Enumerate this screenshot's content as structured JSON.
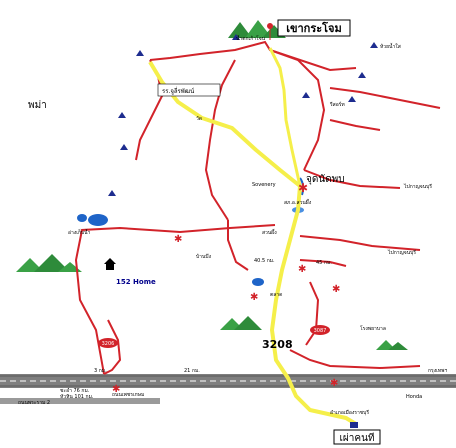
{
  "labels": {
    "summit": "เขากระโจม",
    "country": "พม่า",
    "found_point": "จุดนัดพบ",
    "home": "152 Home",
    "road_3208": "3208",
    "dest_bottom": "เผ่าคนที",
    "road_3206": "3206",
    "road_3087": "3087",
    "road_4005": "40.5 กม.",
    "road_45": "45 กม.",
    "highway_bkk": "ถนนเพชรเกษม",
    "rama2": "ถนนพระราม 2",
    "km_3": "3 กม.",
    "km_21": "21 กม.",
    "ratchaburi_left": "ไปกาญจนบุรี",
    "ratchaburi_right": "ไปกาญจนบุรี",
    "school": "รร.จูลี่รพัฒน์",
    "souvenir": "Sovenery",
    "village": "บ้านบึง",
    "suan_phueng": "สวนผึ้ง",
    "hospital": "โรงพยาบาล",
    "temple": "วัด",
    "waterfall": "น้ำตกเก้าโจน",
    "resort": "รีสอร์ท",
    "tiger": "ห้วยน้ำใส",
    "dam": "อ่างเก็บน้ำ",
    "police": "สภ.อ.สวนผึ้ง",
    "market": "ตลาด",
    "km_bottom_left": "ชะอำ 76 กม.",
    "km_bottom_left2": "หัวหิน 101 กม.",
    "amphoe": "อำเภอเมืองราชบุรี",
    "bkk": "กรุงเทพฯ",
    "honda": "Honda"
  },
  "colors": {
    "main_route": "#f5ef4a",
    "road": "#d2232a",
    "highway": "#7f7f7f",
    "mountain": "#2e8b3a",
    "water": "#1e64c8",
    "triangle": "#1d2c8f"
  },
  "icons": {
    "summit_flag": "flag-icon",
    "home": "house-icon",
    "waypoint": "star-icon",
    "peak": "triangle-icon",
    "destination": "square-marker-icon"
  }
}
